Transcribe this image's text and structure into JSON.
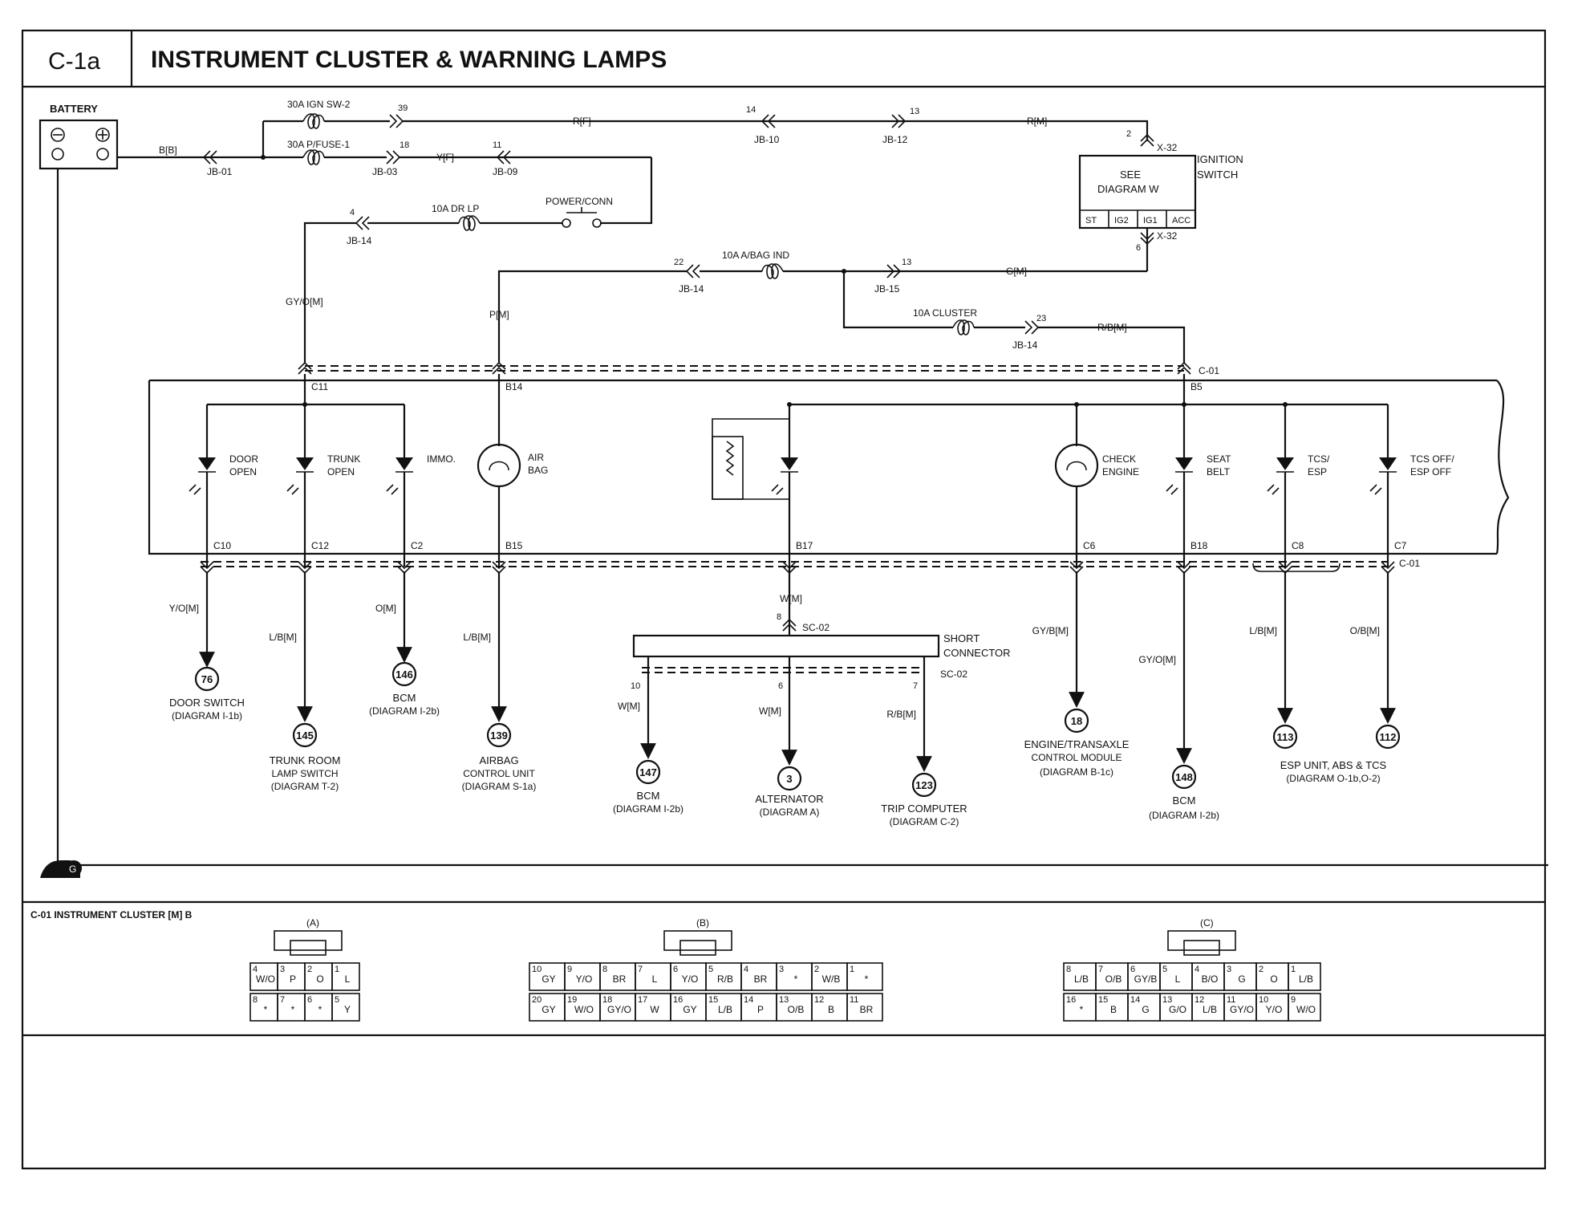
{
  "header": {
    "code": "C-1a",
    "title": "INSTRUMENT CLUSTER & WARNING LAMPS"
  },
  "power": {
    "battery": "BATTERY",
    "fuse_ign": "30A IGN SW-2",
    "fuse_pfuse": "30A P/FUSE-1",
    "fuse_drlp": "10A DR LP",
    "fuse_abag": "10A A/BAG IND",
    "fuse_cluster": "10A CLUSTER",
    "power_conn": "POWER/CONN"
  },
  "wires": {
    "bb": "B[B]",
    "rf": "R[F]",
    "rm": "R[M]",
    "yf": "Y[F]",
    "gm": "G[M]",
    "gyom": "GY/O[M]",
    "pm": "P[M]",
    "rbm": "R/B[M]",
    "yom": "Y/O[M]",
    "lbm": "L/B[M]",
    "om": "O[M]",
    "wm": "W[M]",
    "gybm": "GY/B[M]",
    "obm": "O/B[M]"
  },
  "junctions": {
    "jb01": "JB-01",
    "jb03": "JB-03",
    "jb09": "JB-09",
    "jb10": "JB-10",
    "jb12": "JB-12",
    "jb14": "JB-14",
    "jb15": "JB-15",
    "x32": "X-32",
    "c01": "C-01",
    "sc02": "SC-02"
  },
  "pin_numbers": {
    "p39": "39",
    "p14": "14",
    "p13": "13",
    "p18": "18",
    "p11": "11",
    "p4": "4",
    "p22": "22",
    "p23": "23",
    "p2": "2",
    "p6": "6",
    "p8": "8",
    "p10": "10",
    "p7": "7"
  },
  "ignition": {
    "see": "SEE",
    "diagram": "DIAGRAM W",
    "name1": "IGNITION",
    "name2": "SWITCH",
    "terminals": [
      "ST",
      "IG2",
      "IG1",
      "ACC"
    ]
  },
  "cluster_pins": {
    "c11": "C11",
    "b14": "B14",
    "b5": "B5",
    "c10": "C10",
    "c12": "C12",
    "c2": "C2",
    "b15": "B15",
    "b17": "B17",
    "c6": "C6",
    "b18": "B18",
    "c8": "C8",
    "c7": "C7"
  },
  "lamps": {
    "door1": "DOOR",
    "door2": "OPEN",
    "trunk1": "TRUNK",
    "trunk2": "OPEN",
    "immo": "IMMO.",
    "airbag1": "AIR",
    "airbag2": "BAG",
    "check1": "CHECK",
    "check2": "ENGINE",
    "seat1": "SEAT",
    "seat2": "BELT",
    "tcs1": "TCS/",
    "tcs2": "ESP",
    "tcsoff1": "TCS OFF/",
    "tcsoff2": "ESP OFF"
  },
  "short_connector": {
    "l1": "SHORT",
    "l2": "CONNECTOR"
  },
  "destinations": [
    {
      "num": "76",
      "n1": "DOOR SWITCH",
      "n2": "(DIAGRAM I-1b)"
    },
    {
      "num": "145",
      "n1": "TRUNK ROOM",
      "n2": "LAMP SWITCH",
      "n3": "(DIAGRAM T-2)"
    },
    {
      "num": "146",
      "n1": "BCM",
      "n2": "(DIAGRAM I-2b)"
    },
    {
      "num": "139",
      "n1": "AIRBAG",
      "n2": "CONTROL UNIT",
      "n3": "(DIAGRAM S-1a)"
    },
    {
      "num": "147",
      "n1": "BCM",
      "n2": "(DIAGRAM I-2b)"
    },
    {
      "num": "3",
      "n1": "ALTERNATOR",
      "n2": "(DIAGRAM A)"
    },
    {
      "num": "123",
      "n1": "TRIP COMPUTER",
      "n2": "(DIAGRAM C-2)"
    },
    {
      "num": "18",
      "n1": "ENGINE/TRANSAXLE",
      "n2": "CONTROL MODULE",
      "n3": "(DIAGRAM B-1c)"
    },
    {
      "num": "148",
      "n1": "BCM",
      "n2": "(DIAGRAM I-2b)"
    },
    {
      "num": "113",
      "n1": "ESP UNIT, ABS & TCS",
      "n2": "(DIAGRAM O-1b,O-2)"
    },
    {
      "num": "112"
    }
  ],
  "ground": "G",
  "connectors": {
    "title": "C-01 INSTRUMENT CLUSTER [M] B",
    "a": {
      "label": "(A)",
      "row1": [
        {
          "n": "4",
          "c": "W/O"
        },
        {
          "n": "3",
          "c": "P"
        },
        {
          "n": "2",
          "c": "O"
        },
        {
          "n": "1",
          "c": "L"
        }
      ],
      "row2": [
        {
          "n": "8",
          "c": "*"
        },
        {
          "n": "7",
          "c": "*"
        },
        {
          "n": "6",
          "c": "*"
        },
        {
          "n": "5",
          "c": "Y"
        }
      ]
    },
    "b": {
      "label": "(B)",
      "row1": [
        {
          "n": "10",
          "c": "GY"
        },
        {
          "n": "9",
          "c": "Y/O"
        },
        {
          "n": "8",
          "c": "BR"
        },
        {
          "n": "7",
          "c": "L"
        },
        {
          "n": "6",
          "c": "Y/O"
        },
        {
          "n": "5",
          "c": "R/B"
        },
        {
          "n": "4",
          "c": "BR"
        },
        {
          "n": "3",
          "c": "*"
        },
        {
          "n": "2",
          "c": "W/B"
        },
        {
          "n": "1",
          "c": "*"
        }
      ],
      "row2": [
        {
          "n": "20",
          "c": "GY"
        },
        {
          "n": "19",
          "c": "W/O"
        },
        {
          "n": "18",
          "c": "GY/O"
        },
        {
          "n": "17",
          "c": "W"
        },
        {
          "n": "16",
          "c": "GY"
        },
        {
          "n": "15",
          "c": "L/B"
        },
        {
          "n": "14",
          "c": "P"
        },
        {
          "n": "13",
          "c": "O/B"
        },
        {
          "n": "12",
          "c": "B"
        },
        {
          "n": "11",
          "c": "BR"
        }
      ]
    },
    "c": {
      "label": "(C)",
      "row1": [
        {
          "n": "8",
          "c": "L/B"
        },
        {
          "n": "7",
          "c": "O/B"
        },
        {
          "n": "6",
          "c": "GY/B"
        },
        {
          "n": "5",
          "c": "L"
        },
        {
          "n": "4",
          "c": "B/O"
        },
        {
          "n": "3",
          "c": "G"
        },
        {
          "n": "2",
          "c": "O"
        },
        {
          "n": "1",
          "c": "L/B"
        }
      ],
      "row2": [
        {
          "n": "16",
          "c": "*"
        },
        {
          "n": "15",
          "c": "B"
        },
        {
          "n": "14",
          "c": "G"
        },
        {
          "n": "13",
          "c": "G/O"
        },
        {
          "n": "12",
          "c": "L/B"
        },
        {
          "n": "11",
          "c": "GY/O"
        },
        {
          "n": "10",
          "c": "Y/O"
        },
        {
          "n": "9",
          "c": "W/O"
        }
      ]
    }
  }
}
